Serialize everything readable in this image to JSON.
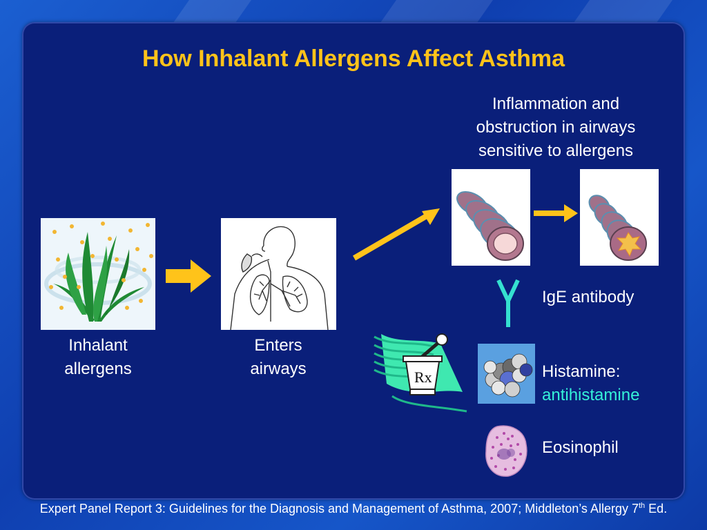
{
  "slide": {
    "title": "How Inhalant Allergens Affect Asthma",
    "top_right_caption": [
      "Inflammation and",
      "obstruction in airways",
      "sensitive to allergens"
    ],
    "inhalant_label": [
      "Inhalant",
      "allergens"
    ],
    "airways_label": [
      "Enters",
      "airways"
    ],
    "ige_label": "IgE antibody",
    "histamine_label": "Histamine:",
    "antihistamine_label": "antihistamine",
    "eosinophil_label": "Eosinophil",
    "rx_symbol": "Rx",
    "footer_text": "Expert Panel Report 3: Guidelines for the Diagnosis and Management of Asthma, 2007; Middleton’s Allergy 7",
    "footer_sup": "th",
    "footer_end": " Ed.",
    "colors": {
      "title": "#ffc31a",
      "arrow": "#ffc31a",
      "panel": "#0a1f7a",
      "cyan": "#35f0d8"
    }
  },
  "icons": {
    "plant": "plant-with-pollen-icon",
    "lungs": "person-lungs-icon",
    "airway_normal": "airway-tube-icon",
    "airway_inflamed": "inflamed-airway-icon",
    "antibody": "ige-antibody-icon",
    "histamine": "histamine-molecule-icon",
    "rx": "mortar-pestle-rx-icon",
    "eosinophil": "eosinophil-cell-icon"
  }
}
